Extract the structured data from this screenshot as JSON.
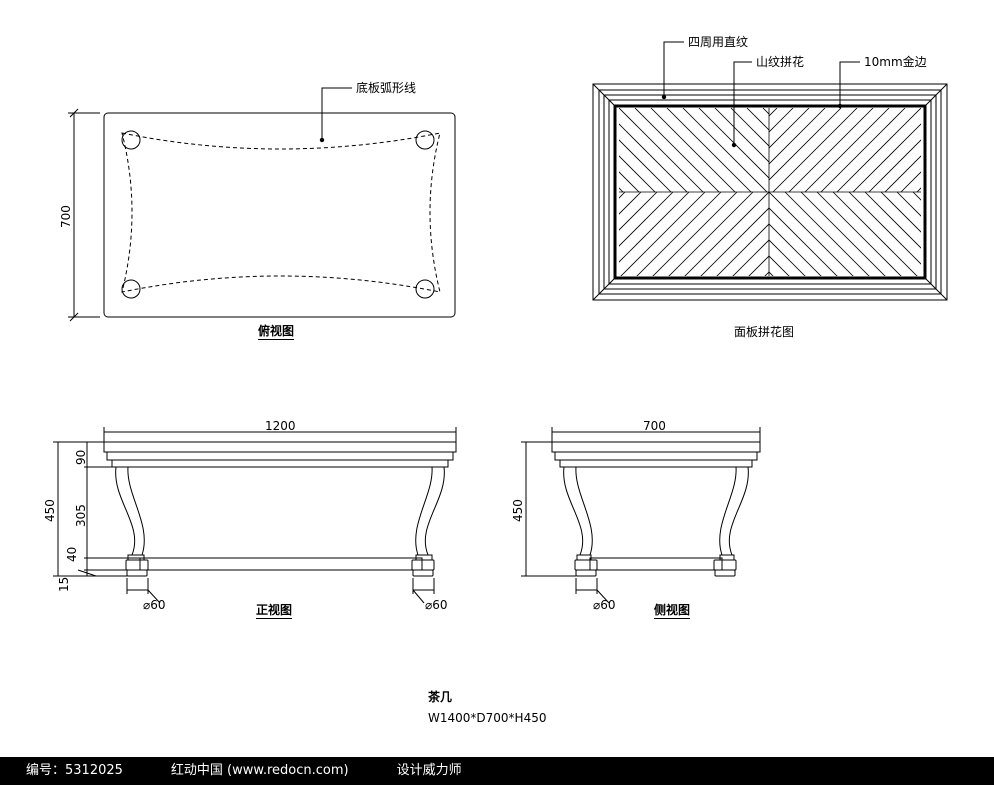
{
  "top_view": {
    "title": "俯视图",
    "dim_depth": "700",
    "callout": "底板弧形线"
  },
  "panel_view": {
    "title": "面板拼花图",
    "callout_border": "四周用直纹",
    "callout_pattern": "山纹拼花",
    "callout_edge": "10mm金边"
  },
  "front_view": {
    "title": "正视图",
    "dim_width": "1200",
    "dim_height": "450",
    "dim_top": "90",
    "dim_leg": "305",
    "dim_rail": "40",
    "dim_foot": "15",
    "dim_dia_left": "⌀60",
    "dim_dia_right": "⌀60"
  },
  "side_view": {
    "title": "侧视图",
    "dim_width": "700",
    "dim_height": "450",
    "dim_dia": "⌀60"
  },
  "product": {
    "name": "茶几",
    "size": "W1400*D700*H450"
  },
  "footer": {
    "id_text": "编号：5312025",
    "site_text": "红动中国 (www.redocn.com)",
    "tag_text": "设计威力师"
  }
}
